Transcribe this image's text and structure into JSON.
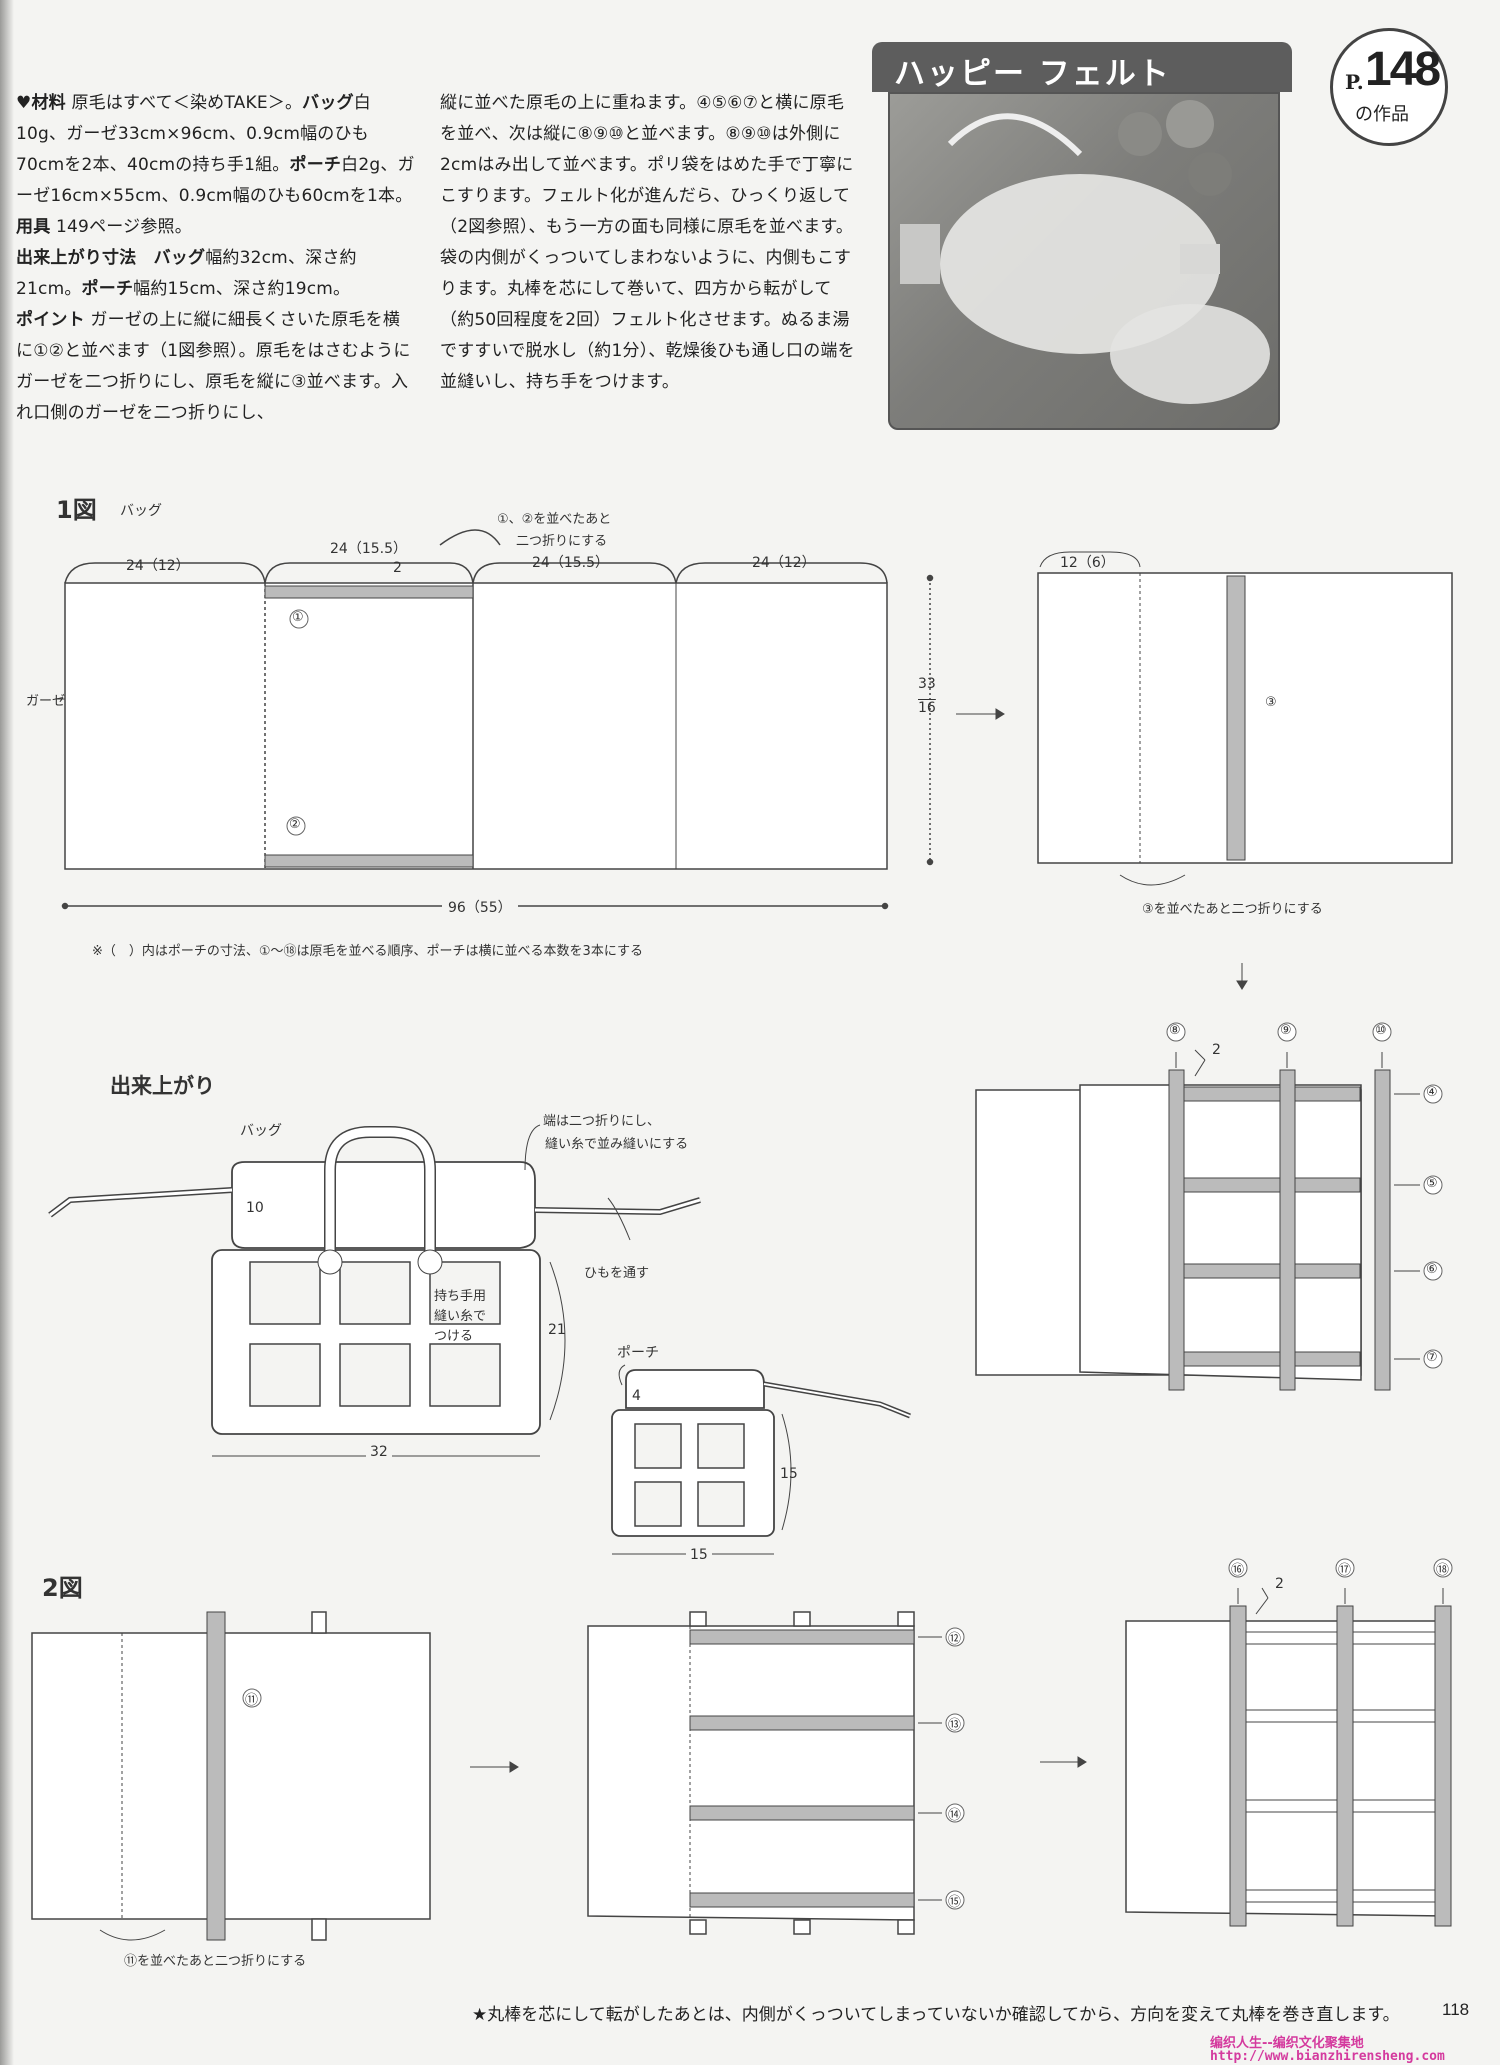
{
  "header": {
    "title": "ハッピー フェルト",
    "ref_prefix": "P.",
    "ref_page": "148",
    "ref_suffix": "の作品"
  },
  "instructions": {
    "col1": [
      {
        "label": "♥材料",
        "text": "原毛はすべて＜染めTAKE＞。"
      },
      {
        "label": "バッグ",
        "text": "白10g、ガーゼ33cm×96cm、0.9cm幅のひも70cmを2本、40cmの持ち手1組。"
      },
      {
        "label": "ポーチ",
        "text": "白2g、ガーゼ16cm×55cm、0.9cm幅のひも60cmを1本。"
      },
      {
        "label": "用具",
        "text": "149ページ参照。"
      },
      {
        "label": "出来上がり寸法　バッグ",
        "text": "幅約32cm、深さ約21cm。"
      },
      {
        "label": "ポーチ",
        "text": "幅約15cm、深さ約19cm。"
      },
      {
        "label": "ポイント",
        "text": "ガーゼの上に縦に細長くさいた原毛を横に①②と並べます（1図参照）。原毛をはさむようにガーゼを二つ折りにし、原毛を縦に③並べます。入れ口側のガーゼを二つ折りにし、"
      }
    ],
    "col2": "縦に並べた原毛の上に重ねます。④⑤⑥⑦と横に原毛を並べ、次は縦に⑧⑨⑩と並べます。⑧⑨⑩は外側に2cmはみ出して並べます。ポリ袋をはめた手で丁寧にこすります。フェルト化が進んだら、ひっくり返して（2図参照）、もう一方の面も同様に原毛を並べます。袋の内側がくっついてしまわないように、内側もこすります。丸棒を芯にして巻いて、四方から転がして（約50回程度を2回）フェルト化させます。ぬるま湯ですすいで脱水し（約1分）、乾燥後ひも通し口の端を並縫いし、持ち手をつけます。"
  },
  "fig1": {
    "title": "1図",
    "subtitle": "バッグ",
    "dim_a": "24（12）",
    "dim_b": "24（15.5）",
    "dim_c": "24（15.5）",
    "dim_d": "24（12）",
    "dim_total": "96（55）",
    "dim_height": "33",
    "dim_height_pouch": "16",
    "strip_width": "2",
    "gauze_label": "ガーゼ",
    "note_fold": "①、②を並べたあと二つ折りにする",
    "note_fold_line1": "①、②を並べたあと",
    "note_fold_line2": "二つ折りにする",
    "footnote": "※（　）内はポーチの寸法、①〜⑱は原毛を並べる順序、ポーチは横に並べる本数を3本にする",
    "right_dim": "12（6）",
    "step3_note": "③を並べたあと二つ折りにする",
    "grid_strip": "2"
  },
  "finished": {
    "title": "出来上がり",
    "bag_label": "バッグ",
    "note_end_line1": "端は二つ折りにし、",
    "note_end_line2": "縫い糸で並み縫いにする",
    "cord_label": "ひもを通す",
    "handle_line1": "持ち手用",
    "handle_line2": "縫い糸で",
    "handle_line3": "つける",
    "dim_side": "10",
    "dim_height": "21",
    "dim_width": "32",
    "pouch_label": "ポーチ",
    "pouch_top": "4",
    "pouch_height": "15",
    "pouch_width": "15"
  },
  "fig2": {
    "title": "2図",
    "step11_note": "⑪を並べたあと二つ折りにする",
    "strip_width": "2"
  },
  "markers": [
    "①",
    "②",
    "③",
    "④",
    "⑤",
    "⑥",
    "⑦",
    "⑧",
    "⑨",
    "⑩",
    "⑪",
    "⑫",
    "⑬",
    "⑭",
    "⑮",
    "⑯",
    "⑰",
    "⑱"
  ],
  "footer": {
    "note": "★丸棒を芯にして転がしたあとは、内側がくっついてしまっていないか確認してから、方向を変えて丸棒を巻き直します。",
    "page": "118"
  },
  "watermark": {
    "line1": "编织人生--编织文化聚集地",
    "line2": "http://www.bianzhirensheng.com"
  }
}
